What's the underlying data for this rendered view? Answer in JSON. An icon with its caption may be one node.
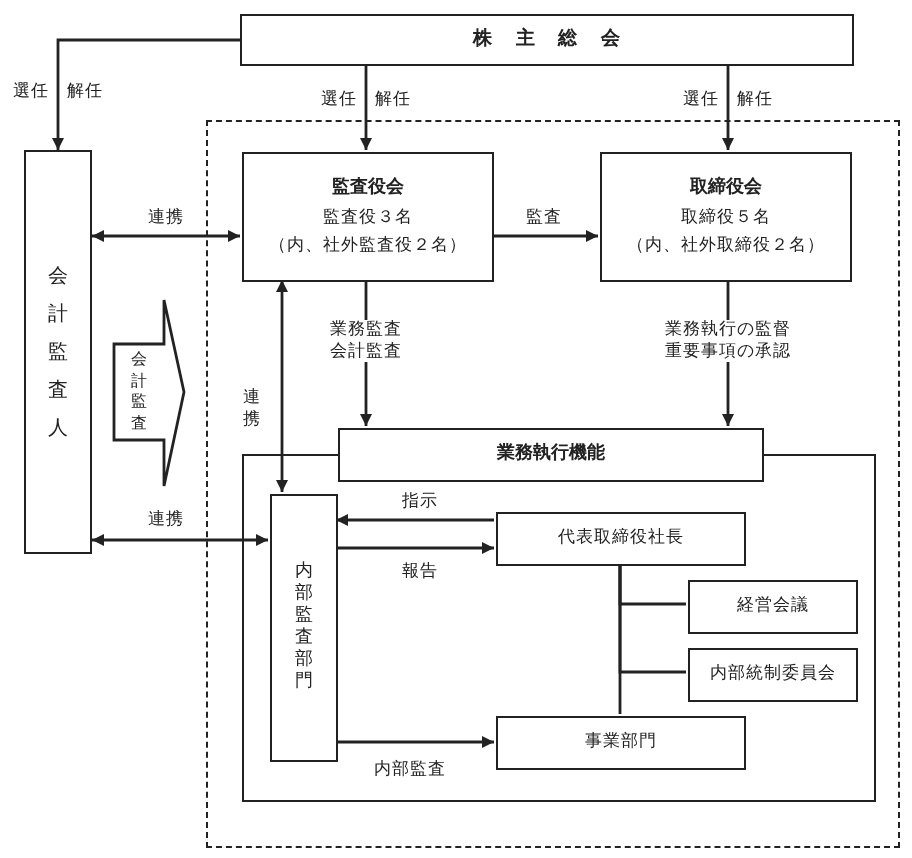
{
  "diagram": {
    "nodes": [
      {
        "text": [
          "株主総会"
        ]
      },
      {
        "text": [],
        "shape": "box"
      },
      {
        "text": [
          "会計監査人"
        ]
      },
      {
        "text": [
          "監査役会",
          "監査役３名",
          "（内、社外監査役２名）"
        ],
        "in": 1
      },
      {
        "text": [
          "取締役会",
          "取締役５名",
          "（内、社外取締役２名）"
        ],
        "in": 1
      },
      {
        "text": [
          "業務執行機能"
        ],
        "in": 1
      },
      {
        "text": [
          "内部監査部門"
        ],
        "in": 5
      },
      {
        "text": [
          "代表取締役社長"
        ],
        "in": 5
      },
      {
        "text": [
          "経営会議"
        ],
        "in": 5
      },
      {
        "text": [
          "内部統制委員会"
        ],
        "in": 5
      },
      {
        "text": [
          "事業部門"
        ],
        "in": 5
      }
    ],
    "edges": [
      {
        "from": 0,
        "to": 2,
        "arrow": "to",
        "label": "選任　解任"
      },
      {
        "from": 0,
        "to": 3,
        "arrow": "to",
        "label": "選任　解任"
      },
      {
        "from": 0,
        "to": 4,
        "arrow": "to",
        "label": "選任　解任"
      },
      {
        "from": 2,
        "to": 3,
        "arrow": "both",
        "label": "連携"
      },
      {
        "from": 3,
        "to": 4,
        "arrow": "to",
        "label": "監査"
      },
      {
        "from": 3,
        "to": 5,
        "arrow": "to",
        "label": "業務監査会計監査"
      },
      {
        "from": 4,
        "to": 5,
        "arrow": "to",
        "label": "業務執行の監督重要事項の承認"
      },
      {
        "from": 3,
        "to": 6,
        "arrow": "both",
        "label": "連携"
      },
      {
        "from": 2,
        "to": 6,
        "arrow": "both",
        "label": "連携"
      },
      {
        "from": 7,
        "to": 6,
        "arrow": "to",
        "label": "指示"
      },
      {
        "from": 6,
        "to": 7,
        "arrow": "to",
        "label": "報告"
      },
      {
        "from": 6,
        "to": 10,
        "arrow": "to",
        "label": "内部監査"
      },
      {
        "from": 7,
        "to": 8,
        "arrow": "none"
      },
      {
        "from": 7,
        "to": 9,
        "arrow": "none"
      },
      {
        "from": 7,
        "to": 10,
        "arrow": "none"
      },
      {
        "from": 2,
        "to": 1,
        "arrow": "to",
        "label": "会計監査"
      }
    ]
  }
}
